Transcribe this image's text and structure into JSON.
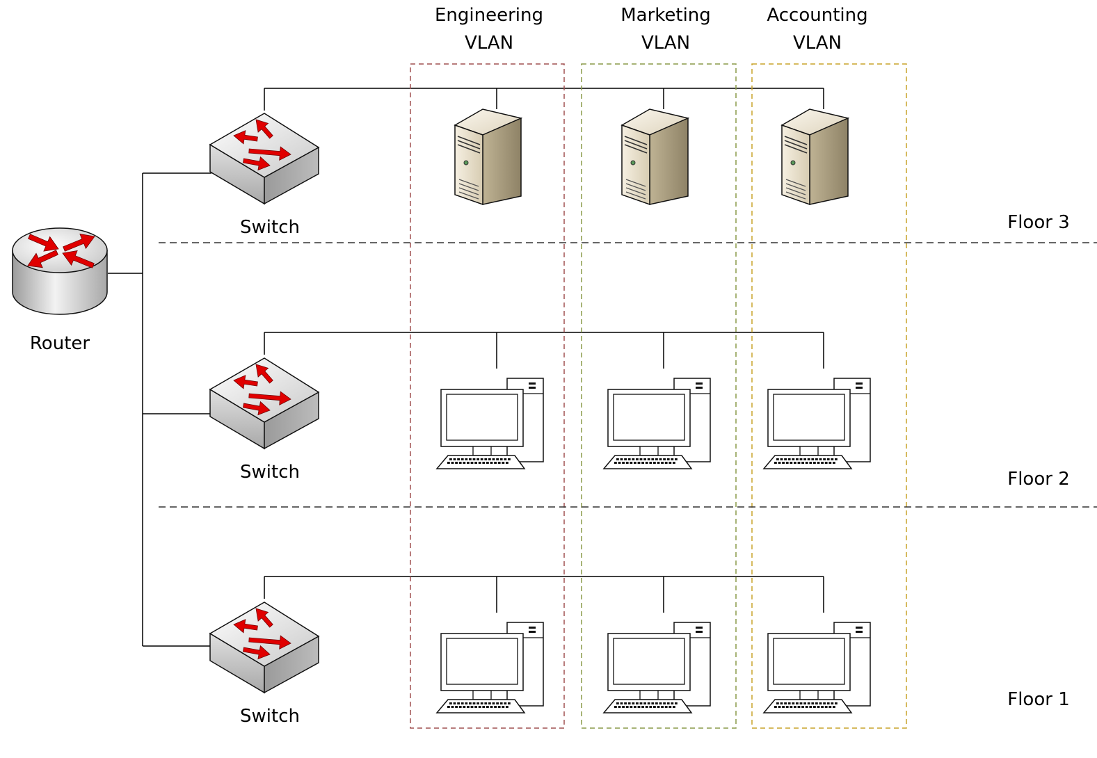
{
  "vlans": [
    {
      "line1": "Engineering",
      "line2": "VLAN",
      "color": "#a05050"
    },
    {
      "line1": "Marketing",
      "line2": "VLAN",
      "color": "#8a9a48"
    },
    {
      "line1": "Accounting",
      "line2": "VLAN",
      "color": "#c9a32a"
    }
  ],
  "floors": [
    {
      "label": "Floor 3",
      "device": "server"
    },
    {
      "label": "Floor 2",
      "device": "workstation"
    },
    {
      "label": "Floor 1",
      "device": "workstation"
    }
  ],
  "router": {
    "label": "Router"
  },
  "switches": [
    {
      "label": "Switch"
    },
    {
      "label": "Switch"
    },
    {
      "label": "Switch"
    }
  ],
  "colors": {
    "arrow": "#e00000",
    "floor_divider": "#333333",
    "link": "#000000"
  }
}
